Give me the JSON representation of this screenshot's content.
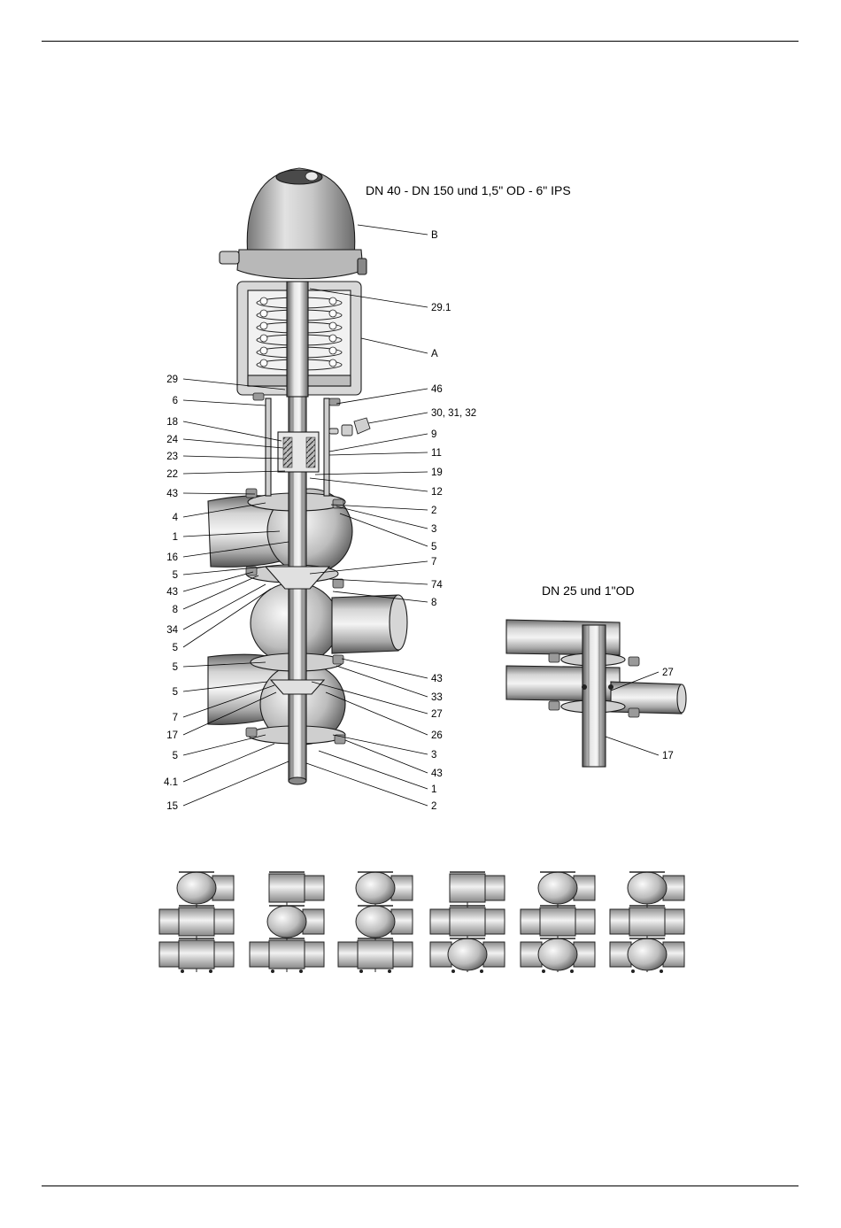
{
  "figure": {
    "title_main": "DN 40 - DN 150 und 1,5\" OD - 6\" IPS",
    "title_small": "DN 25 und 1\"OD",
    "callouts_left": [
      "29",
      "6",
      "18",
      "24",
      "23",
      "22",
      "43",
      "4",
      "1",
      "16",
      "5",
      "43",
      "8",
      "34",
      "5",
      "5",
      "5",
      "7",
      "17",
      "5",
      "4.1",
      "15"
    ],
    "callouts_right": [
      "B",
      "29.1",
      "A",
      "46",
      "30, 31, 32",
      "9",
      "11",
      "19",
      "12",
      "2",
      "3",
      "5",
      "7",
      "74",
      "8",
      "43",
      "33",
      "27",
      "26",
      "3",
      "43",
      "1",
      "2"
    ],
    "callouts_small": [
      "27",
      "17"
    ],
    "variants": [
      {
        "top": "ball",
        "middle": "tee",
        "bottom": "tee"
      },
      {
        "top": "tee",
        "middle": "ball",
        "bottom": "tee"
      },
      {
        "top": "ball",
        "middle": "ball",
        "bottom": "tee"
      },
      {
        "top": "tee",
        "middle": "tee",
        "bottom": "ball"
      },
      {
        "top": "ball",
        "middle": "tee",
        "bottom": "ball"
      },
      {
        "top": "ball",
        "middle": "tee",
        "bottom": "ball"
      }
    ]
  }
}
